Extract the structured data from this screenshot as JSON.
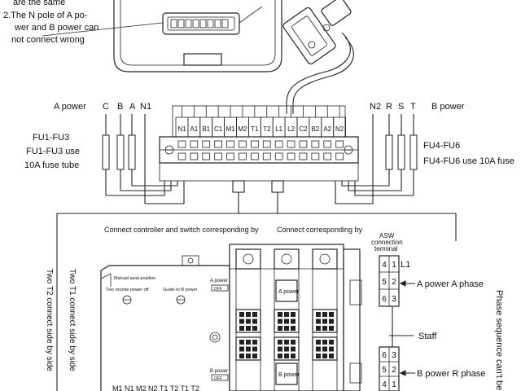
{
  "notes": {
    "line1": "are the same",
    "line2": "2.The N pole of A po-",
    "line3": "wer and B power can",
    "line4": "not connect wrong"
  },
  "a_power": {
    "label": "A power",
    "phases": [
      "C",
      "B",
      "A",
      "N1"
    ]
  },
  "b_power": {
    "label": "B power",
    "phases": [
      "N2",
      "R",
      "S",
      "T"
    ]
  },
  "fuses_left": {
    "line1": "FU1-FU3",
    "line2": "FU1-FU3 use",
    "line3": "10A fuse tube"
  },
  "fuses_right": {
    "line1": "FU4-FU6",
    "line2": "FU4-FU6 use 10A fuse"
  },
  "terminals": [
    "N1",
    "A1",
    "B1",
    "C1",
    "M1",
    "M2",
    "T1",
    "T2",
    "L1",
    "L2",
    "C2",
    "B2",
    "A2",
    "N2"
  ],
  "connect": {
    "left": "Connect controller and switch corresponding by",
    "right": "Connect corresponding by"
  },
  "controller": {
    "manual_axial": "Manual axial position",
    "two_recede": "Two recede power off",
    "guide_b": "Guide to B power",
    "a_power_small": "A power",
    "b_power_small": "B power",
    "off1": "OFF",
    "off2": "OFF",
    "bottom_terminals": "M1 N1 M2 N2 T1 T2 T1 T2"
  },
  "switch": {
    "a_power": "A power",
    "b_power": "B power"
  },
  "asw": {
    "line1": "ASW",
    "line2": "connection",
    "line3": "terminal",
    "l1": "L1",
    "top_nums": [
      "4",
      "1",
      "5",
      "2",
      "6",
      "3"
    ],
    "bottom_nums": [
      "6",
      "3",
      "5",
      "2",
      "4",
      "1"
    ]
  },
  "right_labels": {
    "a_phase": "A power A phase",
    "staff": "Staff",
    "b_phase": "B power R phase"
  },
  "vertical": {
    "left_text": "Two T1 connect side by side",
    "left_text2": "Two T2 connect side by side",
    "right_text": "Phase sequence can't be"
  }
}
